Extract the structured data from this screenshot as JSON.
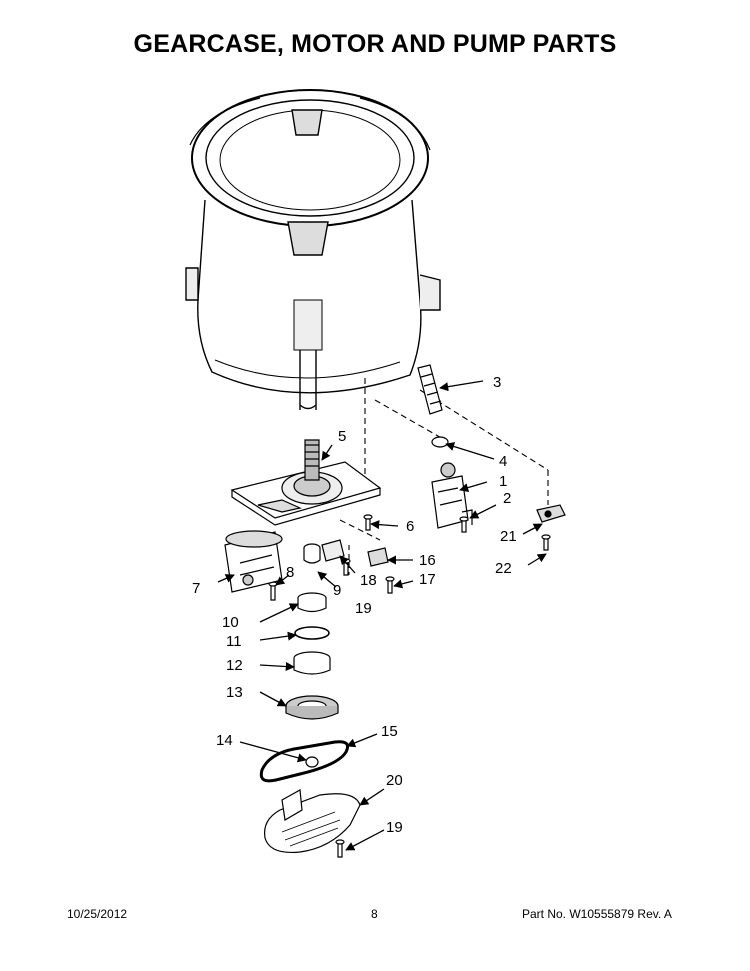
{
  "title": "GEARCASE, MOTOR AND PUMP PARTS",
  "callouts": [
    "1",
    "2",
    "3",
    "4",
    "5",
    "6",
    "7",
    "8",
    "9",
    "10",
    "11",
    "12",
    "13",
    "14",
    "15",
    "16",
    "17",
    "18",
    "19",
    "19",
    "20",
    "21",
    "22"
  ],
  "footer": {
    "date": "10/25/2012",
    "page": "8",
    "part": "Part No.  W10555879  Rev.  A"
  },
  "colors": {
    "line": "#000000",
    "part_fill": "#ffffff",
    "shade": "#cfcfcf"
  }
}
